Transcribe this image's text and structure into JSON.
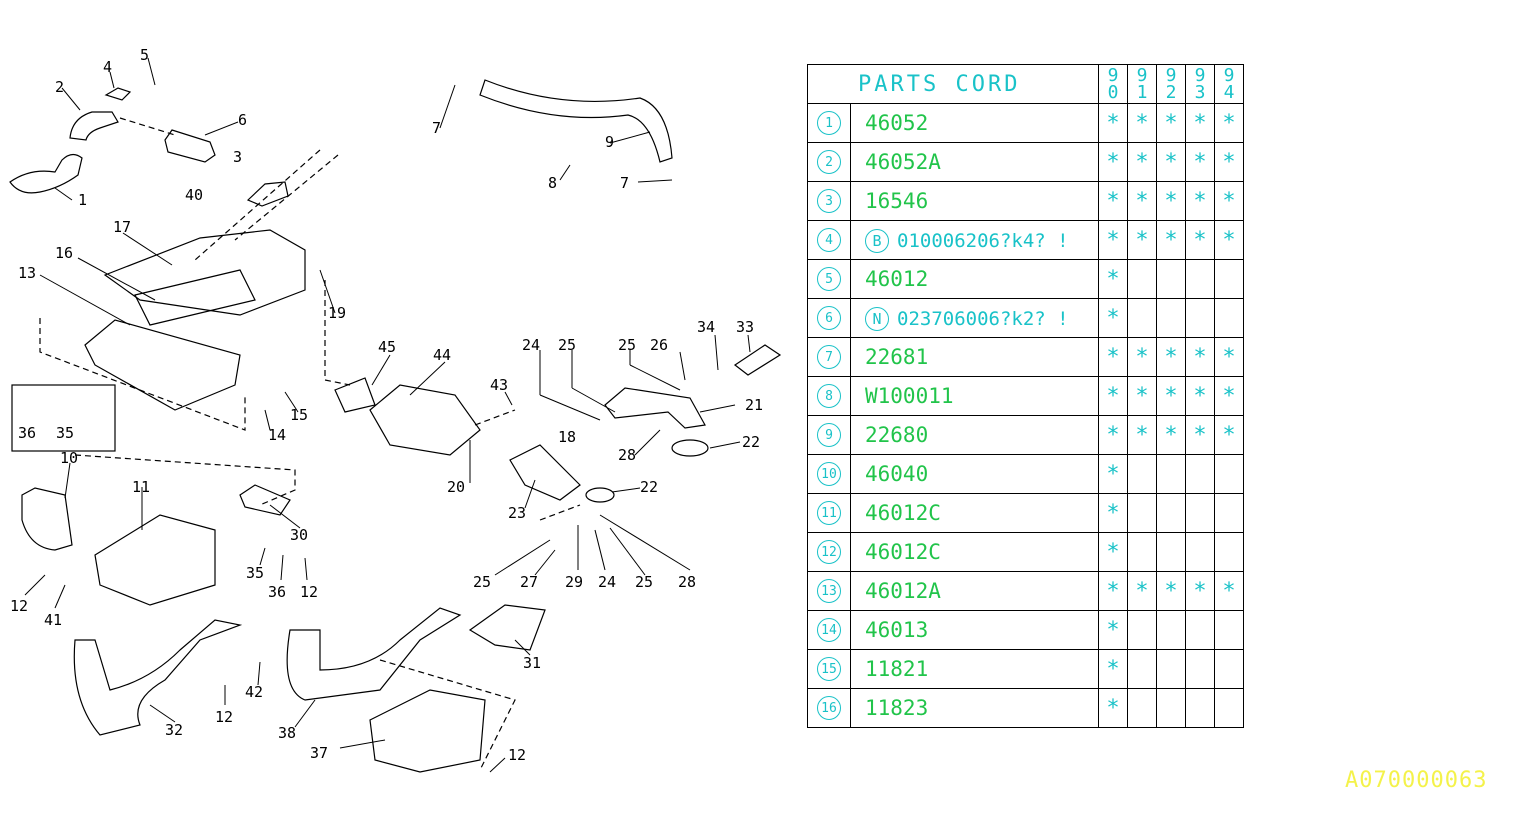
{
  "table": {
    "title": "PARTS CORD",
    "years": [
      {
        "top": "9",
        "bottom": "0"
      },
      {
        "top": "9",
        "bottom": "1"
      },
      {
        "top": "9",
        "bottom": "2"
      },
      {
        "top": "9",
        "bottom": "3"
      },
      {
        "top": "9",
        "bottom": "4"
      }
    ],
    "rows": [
      {
        "num": "1",
        "prefix": "",
        "part": "46052",
        "marks": [
          "*",
          "*",
          "*",
          "*",
          "*"
        ]
      },
      {
        "num": "2",
        "prefix": "",
        "part": "46052A",
        "marks": [
          "*",
          "*",
          "*",
          "*",
          "*"
        ]
      },
      {
        "num": "3",
        "prefix": "",
        "part": "16546",
        "marks": [
          "*",
          "*",
          "*",
          "*",
          "*"
        ]
      },
      {
        "num": "4",
        "prefix": "B",
        "part": "010006206?k4? !",
        "marks": [
          "*",
          "*",
          "*",
          "*",
          "*"
        ]
      },
      {
        "num": "5",
        "prefix": "",
        "part": "46012",
        "marks": [
          "*",
          "",
          "",
          "",
          ""
        ]
      },
      {
        "num": "6",
        "prefix": "N",
        "part": "023706006?k2? !",
        "marks": [
          "*",
          "",
          "",
          "",
          ""
        ]
      },
      {
        "num": "7",
        "prefix": "",
        "part": "22681",
        "marks": [
          "*",
          "*",
          "*",
          "*",
          "*"
        ]
      },
      {
        "num": "8",
        "prefix": "",
        "part": "W100011",
        "marks": [
          "*",
          "*",
          "*",
          "*",
          "*"
        ]
      },
      {
        "num": "9",
        "prefix": "",
        "part": "22680",
        "marks": [
          "*",
          "*",
          "*",
          "*",
          "*"
        ]
      },
      {
        "num": "10",
        "prefix": "",
        "part": "46040",
        "marks": [
          "*",
          "",
          "",
          "",
          ""
        ]
      },
      {
        "num": "11",
        "prefix": "",
        "part": "46012C",
        "marks": [
          "*",
          "",
          "",
          "",
          ""
        ]
      },
      {
        "num": "12",
        "prefix": "",
        "part": "46012C",
        "marks": [
          "*",
          "",
          "",
          "",
          ""
        ]
      },
      {
        "num": "13",
        "prefix": "",
        "part": "46012A",
        "marks": [
          "*",
          "*",
          "*",
          "*",
          "*"
        ]
      },
      {
        "num": "14",
        "prefix": "",
        "part": "46013",
        "marks": [
          "*",
          "",
          "",
          "",
          ""
        ]
      },
      {
        "num": "15",
        "prefix": "",
        "part": "11821",
        "marks": [
          "*",
          "",
          "",
          "",
          ""
        ]
      },
      {
        "num": "16",
        "prefix": "",
        "part": "11823",
        "marks": [
          "*",
          "",
          "",
          "",
          ""
        ]
      }
    ]
  },
  "diagram": {
    "callouts": [
      "1",
      "2",
      "4",
      "5",
      "6",
      "3",
      "40",
      "17",
      "16",
      "13",
      "19",
      "7",
      "9",
      "8",
      "7",
      "45",
      "44",
      "43",
      "24",
      "25",
      "25",
      "26",
      "34",
      "33",
      "21",
      "18",
      "22",
      "28",
      "20",
      "23",
      "22",
      "15",
      "14",
      "36",
      "35",
      "10",
      "11",
      "30",
      "35",
      "36",
      "12",
      "12",
      "41",
      "25",
      "27",
      "29",
      "24",
      "25",
      "28",
      "31",
      "32",
      "12",
      "42",
      "38",
      "37",
      "12"
    ]
  },
  "document_id": "A070000063",
  "colors": {
    "cyan": "#19c2c8",
    "green": "#21c44a",
    "yellow": "#f4f24a",
    "line": "#000000"
  }
}
